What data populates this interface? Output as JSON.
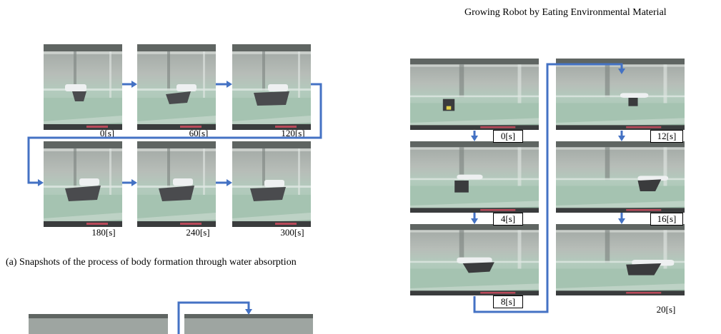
{
  "header": {
    "title": "Growing Robot by Eating Environmental Material"
  },
  "figure_a": {
    "caption": "(a) Snapshots of the process of body formation through water absorption",
    "row1": [
      "0[s]",
      "60[s]",
      "120[s]"
    ],
    "row2": [
      "180[s]",
      "240[s]",
      "300[s]"
    ]
  },
  "figure_b": {
    "left_column": [
      "0[s]",
      "4[s]",
      "8[s]"
    ],
    "right_column": [
      "12[s]",
      "16[s]",
      "20[s]"
    ]
  },
  "colors": {
    "arrow": "#4472c4",
    "water": "#a9c6b6",
    "tank_top": "#8c9590",
    "floor": "#3b3e3f"
  }
}
